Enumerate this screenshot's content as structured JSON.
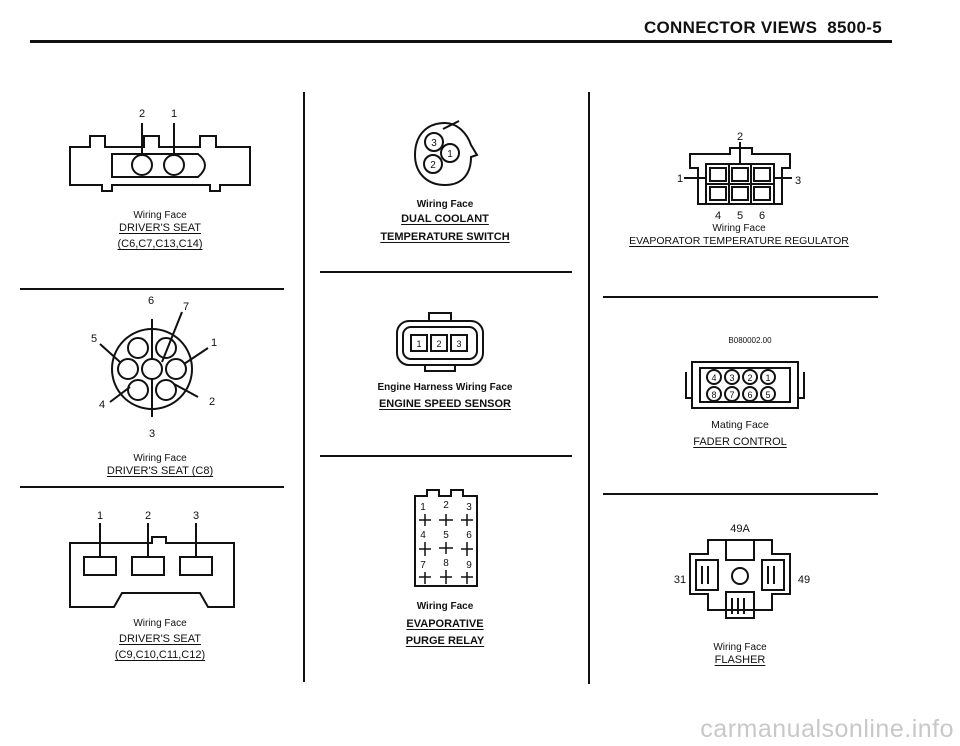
{
  "header": {
    "title": "CONNECTOR VIEWS",
    "page": "8500-5"
  },
  "watermark": "carmanualsonline.info",
  "connectors": {
    "drivers_seat_c6": {
      "pins": [
        "2",
        "1"
      ],
      "face": "Wiring Face",
      "title": "DRIVER'S SEAT",
      "codes": "(C6,C7,C13,C14)"
    },
    "drivers_seat_c8": {
      "pins": [
        "6",
        "7",
        "1",
        "2",
        "3",
        "4",
        "5"
      ],
      "face": "Wiring Face",
      "title": "DRIVER'S SEAT (C8)"
    },
    "drivers_seat_c9": {
      "pins": [
        "1",
        "2",
        "3"
      ],
      "face": "Wiring Face",
      "title": "DRIVER'S SEAT",
      "codes": "(C9,C10,C11,C12)"
    },
    "dual_coolant": {
      "pins": [
        "3",
        "1",
        "2"
      ],
      "face": "Wiring Face",
      "title": "DUAL COOLANT",
      "title2": "TEMPERATURE SWITCH"
    },
    "engine_speed": {
      "pins": [
        "1",
        "2",
        "3"
      ],
      "face": "Engine Harness Wiring Face",
      "title": "ENGINE SPEED SENSOR"
    },
    "evap_purge": {
      "pins": [
        "1",
        "2",
        "3",
        "4",
        "5",
        "6",
        "7",
        "8",
        "9"
      ],
      "face": "Wiring Face",
      "title": "EVAPORATIVE",
      "title2": "PURGE RELAY"
    },
    "evap_temp": {
      "pins": [
        "2",
        "1",
        "3",
        "4",
        "5",
        "6"
      ],
      "face": "Wiring Face",
      "title": "EVAPORATOR TEMPERATURE REGULATOR"
    },
    "fader": {
      "ref": "B080002.00",
      "pins": [
        "4",
        "3",
        "2",
        "1",
        "8",
        "7",
        "6",
        "5"
      ],
      "face": "Mating Face",
      "title": "FADER CONTROL"
    },
    "flasher": {
      "pins": [
        "49A",
        "31",
        "49"
      ],
      "face": "Wiring Face",
      "title": "FLASHER"
    }
  }
}
